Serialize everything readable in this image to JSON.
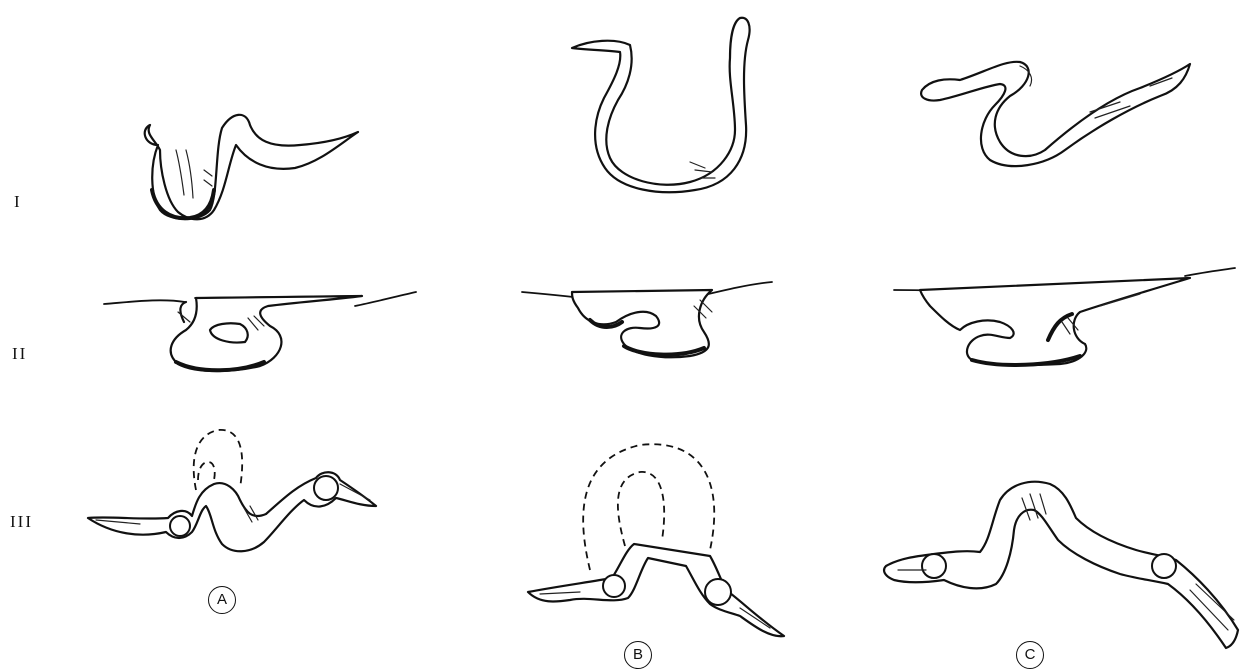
{
  "rows": [
    {
      "id": "I",
      "label": "I"
    },
    {
      "id": "II",
      "label": "II"
    },
    {
      "id": "III",
      "label": "III"
    }
  ],
  "columns": [
    {
      "id": "A",
      "label": "A"
    },
    {
      "id": "B",
      "label": "B"
    },
    {
      "id": "C",
      "label": "C"
    }
  ]
}
